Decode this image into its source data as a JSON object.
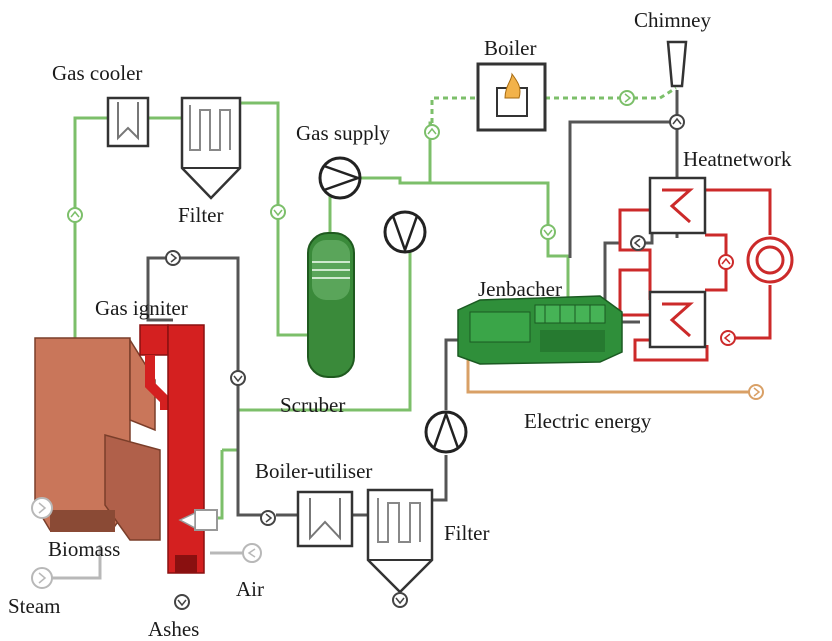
{
  "labels": {
    "gas_cooler": "Gas cooler",
    "filter_top": "Filter",
    "boiler": "Boiler",
    "chimney": "Chimney",
    "gas_supply": "Gas supply",
    "heat_network": "Heatnetwork",
    "gas_igniter": "Gas igniter",
    "jenbacher": "Jenbacher",
    "scrubber": "Scruber",
    "electric_energy": "Electric energy",
    "boiler_utiliser": "Boiler-utiliser",
    "filter_bottom": "Filter",
    "biomass": "Biomass",
    "air": "Air",
    "steam": "Steam",
    "ashes": "Ashes"
  },
  "colors": {
    "gas_line": "#7cbf6a",
    "hot_line": "#cc2a2a",
    "process_line": "#555555",
    "electric_line": "#d9a066",
    "gasifier": "#c9765a",
    "igniter": "#d42020",
    "scrubber": "#3a8a3a",
    "engine": "#2f8f3a"
  },
  "icons": {
    "flow_marker": "arrow-circle-icon",
    "pump": "pump-icon",
    "boiler_flame": "flame-icon",
    "heat_exchanger": "heat-exchanger-icon",
    "heat_consumer": "ring-icon"
  }
}
